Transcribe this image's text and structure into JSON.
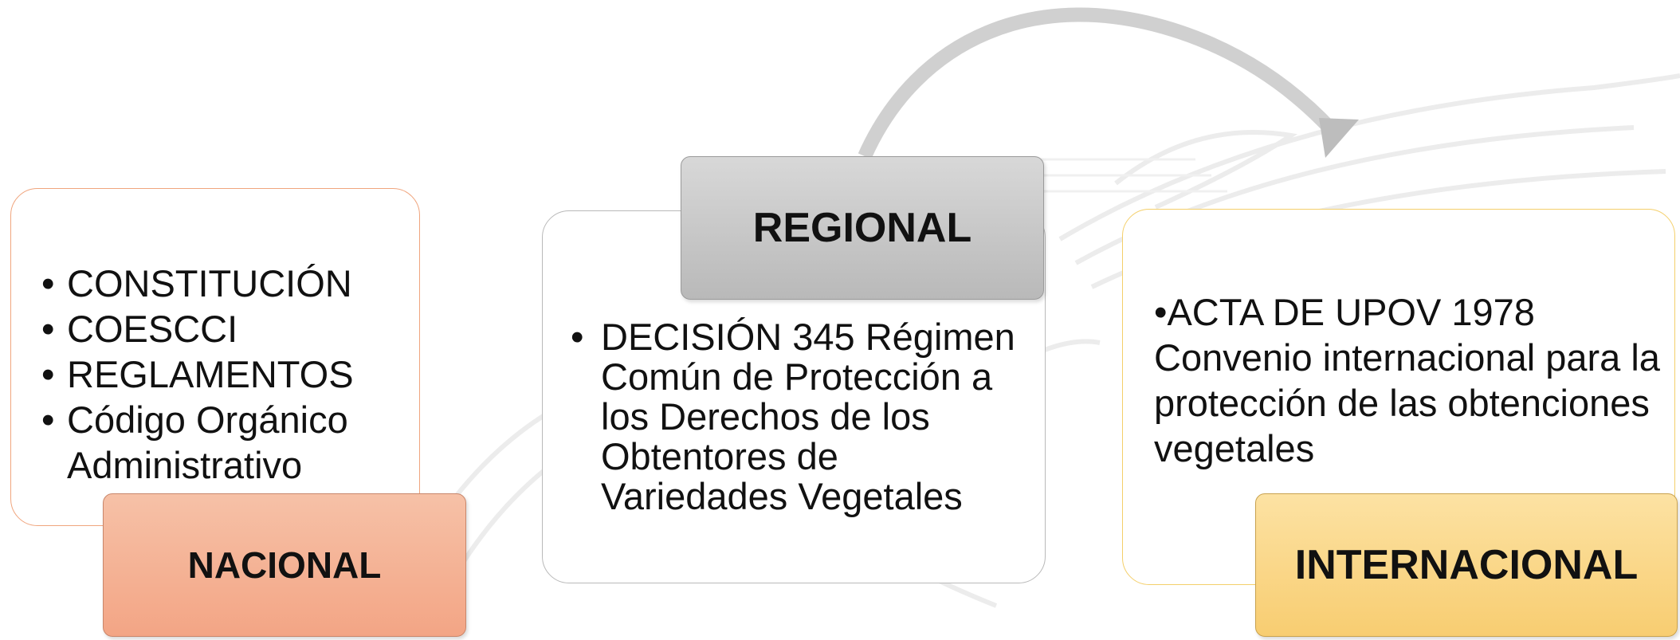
{
  "nacional": {
    "label": "NACIONAL",
    "items": [
      "CONSTITUCIÓN",
      "COESCCI",
      "REGLAMENTOS",
      "Código Orgánico Administrativo"
    ]
  },
  "regional": {
    "label": "REGIONAL",
    "items": [
      "DECISIÓN 345 Régimen Común de Protección a los Derechos de los Obtentores de Variedades Vegetales"
    ]
  },
  "internacional": {
    "label": "INTERNACIONAL",
    "text": "•ACTA DE UPOV 1978 Convenio internacional para la protección de las obtenciones vegetales"
  },
  "bullet": "•",
  "colors": {
    "nacional_fill": "#f3a585",
    "regional_fill": "#bcbcbc",
    "internacional_fill": "#f8cd71",
    "arrow": "#cfcfcf"
  }
}
